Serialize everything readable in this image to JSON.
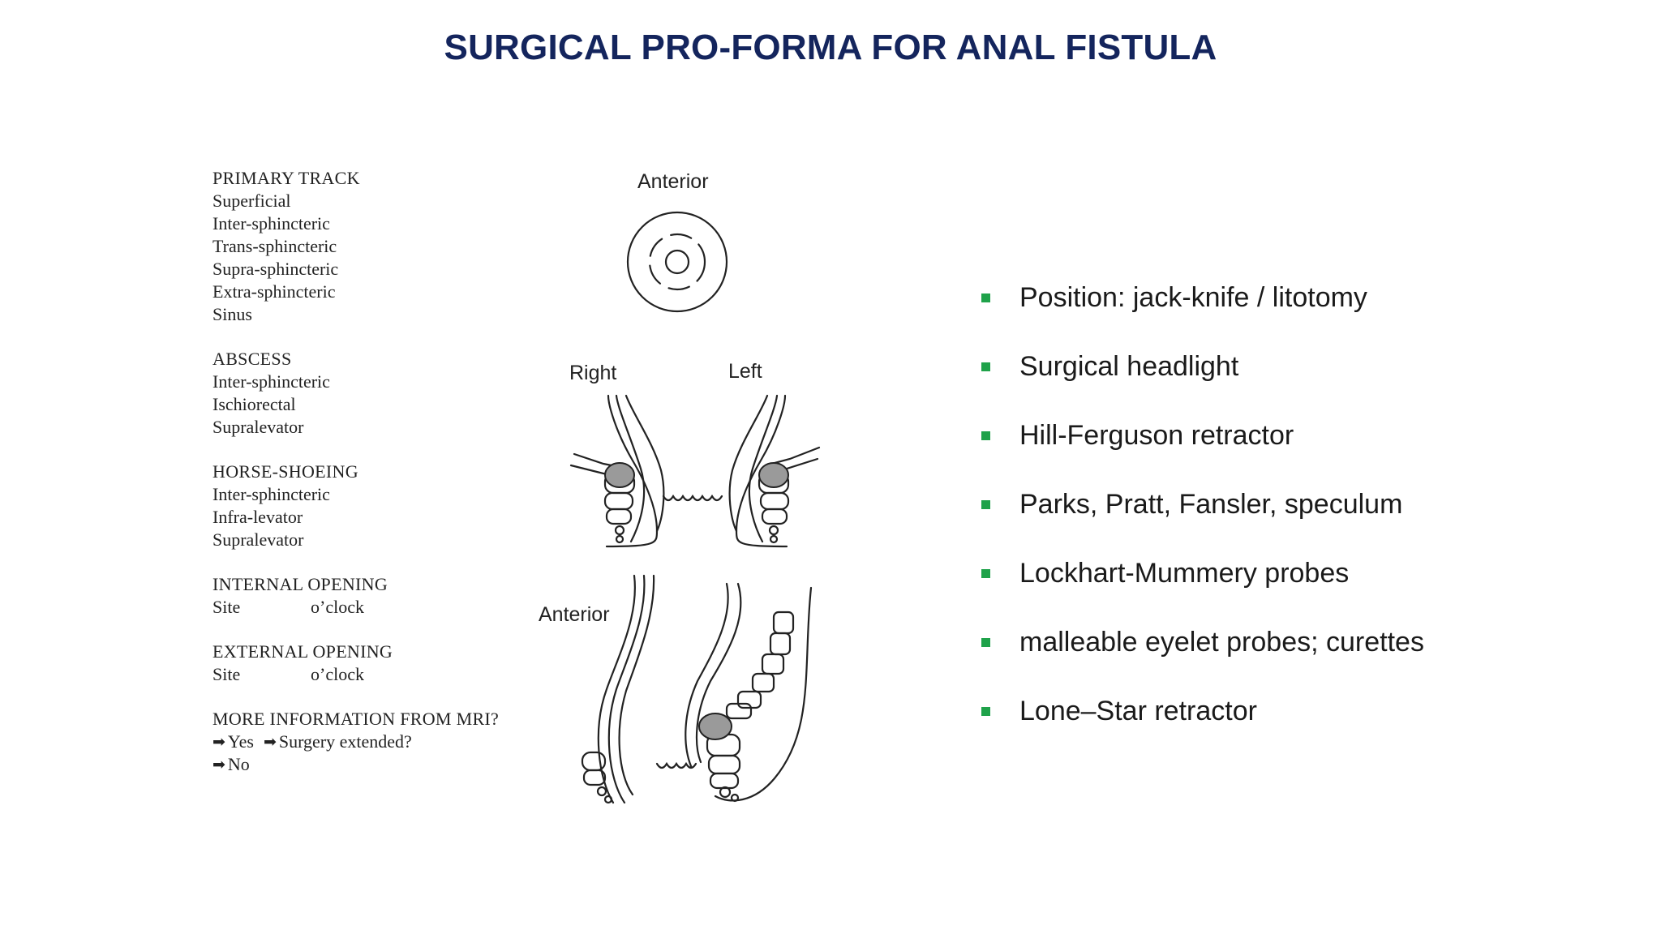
{
  "title": "SURGICAL PRO-FORMA FOR ANAL FISTULA",
  "proforma": {
    "primary_track": {
      "heading": "PRIMARY TRACK",
      "items": [
        "Superficial",
        "Inter-sphincteric",
        "Trans-sphincteric",
        "Supra-sphincteric",
        "Extra-sphincteric",
        "Sinus"
      ]
    },
    "abscess": {
      "heading": "ABSCESS",
      "items": [
        "Inter-sphincteric",
        "Ischiorectal",
        "Supralevator"
      ]
    },
    "horse_shoeing": {
      "heading": "HORSE-SHOEING",
      "items": [
        "Inter-sphincteric",
        "Infra-levator",
        "Supralevator"
      ]
    },
    "internal_opening": {
      "heading": "INTERNAL OPENING",
      "site_label": "Site",
      "clock_label": "o’clock"
    },
    "external_opening": {
      "heading": "EXTERNAL OPENING",
      "site_label": "Site",
      "clock_label": "o’clock"
    },
    "mri": {
      "heading": "MORE INFORMATION FROM MRI?",
      "yes_label": "Yes",
      "extended_label": "Surgery extended?",
      "no_label": "No"
    }
  },
  "diagram": {
    "top_label": "Anterior",
    "right_label": "Right",
    "left_label": "Left",
    "sagittal_label": "Anterior"
  },
  "bullets": [
    "Position: jack-knife / litotomy",
    "Surgical headlight",
    "Hill-Ferguson retractor",
    "Parks, Pratt, Fansler, speculum",
    "Lockhart-Mummery probes",
    "malleable eyelet probes; curettes",
    "Lone–Star retractor"
  ],
  "colors": {
    "title": "#14255d",
    "bullet": "#1fa24a"
  }
}
